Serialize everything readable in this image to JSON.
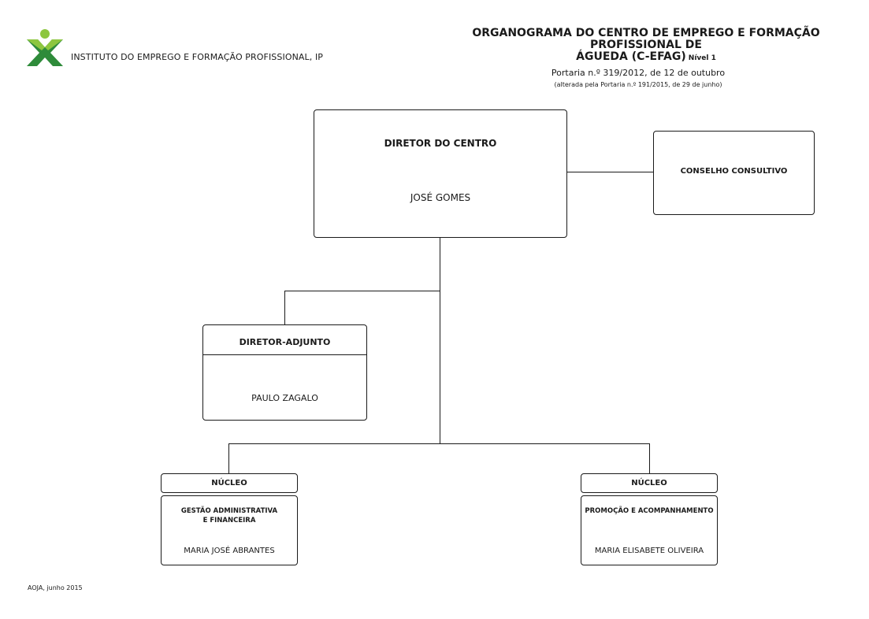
{
  "header": {
    "org_name": "INSTITUTO DO EMPREGO E FORMAÇÃO PROFISSIONAL, IP",
    "title_line1": "ORGANOGRAMA DO  CENTRO DE EMPREGO E FORMAÇÃO PROFISSIONAL DE",
    "title_line2": "ÁGUEDA (C-EFAG)",
    "level": "Nível 1",
    "portaria": "Portaria n.º 319/2012, de 12 de outubro",
    "portaria_note": "(alterada pela Portaria n.º 191/2015, de 29 de junho)"
  },
  "colors": {
    "logo_light_green": "#8dc63f",
    "logo_dark_green": "#2e8b3a",
    "line": "#1a1a1a"
  },
  "org_chart": {
    "director": {
      "title": "DIRETOR DO CENTRO",
      "name": "JOSÉ GOMES"
    },
    "council": {
      "title": "CONSELHO CONSULTIVO"
    },
    "deputy": {
      "title": "DIRETOR-ADJUNTO",
      "name": "PAULO ZAGALO"
    },
    "nucleos": [
      {
        "header": "NÚCLEO",
        "title_line1": "GESTÃO ADMINISTRATIVA",
        "title_line2": "E FINANCEIRA",
        "name": "MARIA JOSÉ ABRANTES"
      },
      {
        "header": "NÚCLEO",
        "title_line1": "PROMOÇÃO E ACOMPANHAMENTO",
        "title_line2": "",
        "name": "MARIA ELISABETE OLIVEIRA"
      }
    ]
  },
  "footer": {
    "text": "AOJA, junho 2015"
  }
}
